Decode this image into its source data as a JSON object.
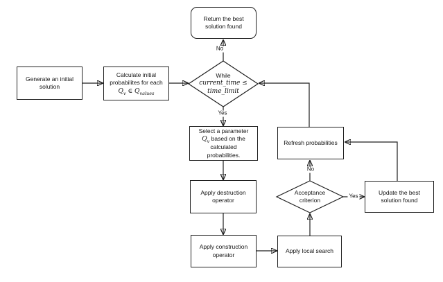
{
  "colors": {
    "background": "#ffffff",
    "line": "#1f1f1f",
    "text": "#111111"
  },
  "nodes": {
    "generate": {
      "lines": [
        "Generate an initial",
        "solution"
      ]
    },
    "calculate": {
      "lines": [
        "Calculate initial",
        "probabilites for each"
      ],
      "math": {
        "q": "Q",
        "sub_v": "v",
        "in_symbol": "∈",
        "sub_values": "values"
      }
    },
    "while_loop": {
      "title": "While",
      "cond_line1": "current_time ≤",
      "cond_line2": "time_limit"
    },
    "return_best": {
      "lines": [
        "Return the best",
        "solution found"
      ]
    },
    "select_param": {
      "line1": "Select a parameter",
      "q": "Q",
      "q_sub": "v",
      "line2_rest": "based on the",
      "line3": "calculated",
      "line4": "probabilities."
    },
    "destruction": {
      "lines": [
        "Apply destruction",
        "operator"
      ]
    },
    "construction": {
      "lines": [
        "Apply construction",
        "operator"
      ]
    },
    "local_search": {
      "label": "Apply local search"
    },
    "acceptance": {
      "lines": [
        "Acceptance",
        "criterion"
      ]
    },
    "update_best": {
      "lines": [
        "Update the best",
        "solution found"
      ]
    },
    "refresh": {
      "label": "Refresh probabilities"
    }
  },
  "edge_labels": {
    "while_no": "No",
    "while_yes": "Yes",
    "acceptance_no": "No",
    "acceptance_yes": "Yes"
  }
}
